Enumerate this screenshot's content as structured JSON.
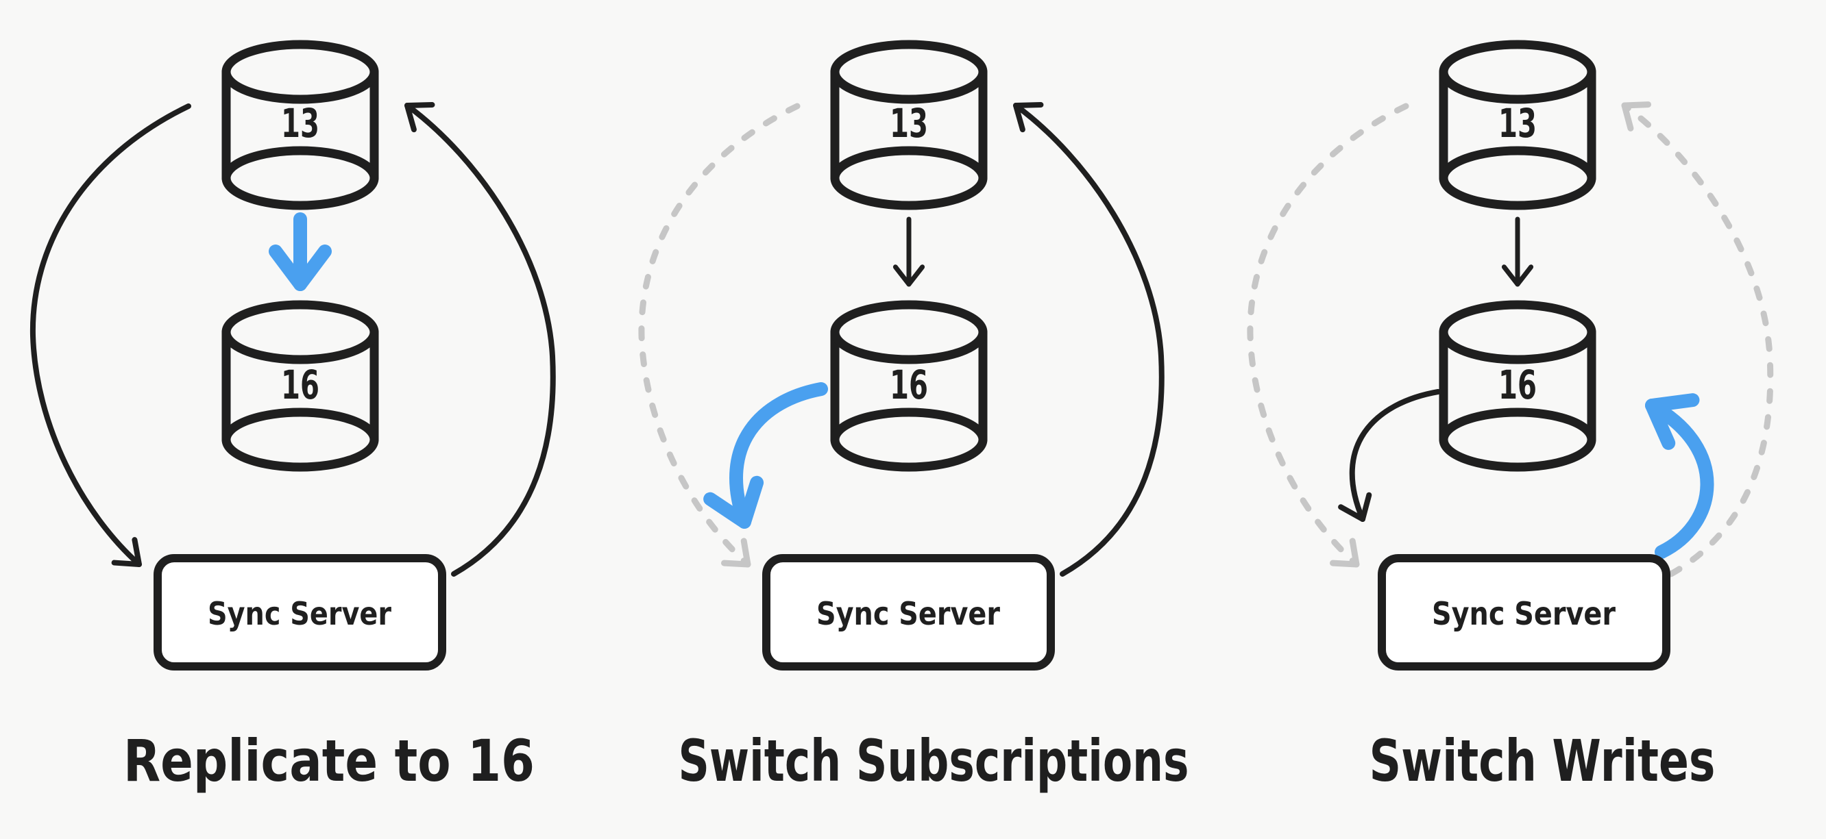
{
  "colors": {
    "bg": "#f8f8f7",
    "ink": "#1f1f1f",
    "accent": "#4aa0ef",
    "muted": "#c6c6c6",
    "server_fill": "#ffffff"
  },
  "panels": [
    {
      "caption": "Replicate to 16",
      "db_top_label": "13",
      "db_bottom_label": "16",
      "server_label": "Sync Server",
      "arrows": {
        "db13_to_db16": "accent",
        "db13_to_server": "ink",
        "server_to_db13": "ink"
      }
    },
    {
      "caption": "Switch Subscriptions",
      "db_top_label": "13",
      "db_bottom_label": "16",
      "server_label": "Sync Server",
      "arrows": {
        "db13_to_db16": "ink",
        "db13_to_server": "muted",
        "server_to_db13": "ink",
        "db16_to_server": "accent"
      }
    },
    {
      "caption": "Switch Writes",
      "db_top_label": "13",
      "db_bottom_label": "16",
      "server_label": "Sync Server",
      "arrows": {
        "db13_to_db16": "ink",
        "db13_to_server": "muted",
        "server_to_db13": "muted",
        "db16_to_server": "ink",
        "server_to_db16": "accent"
      }
    }
  ]
}
